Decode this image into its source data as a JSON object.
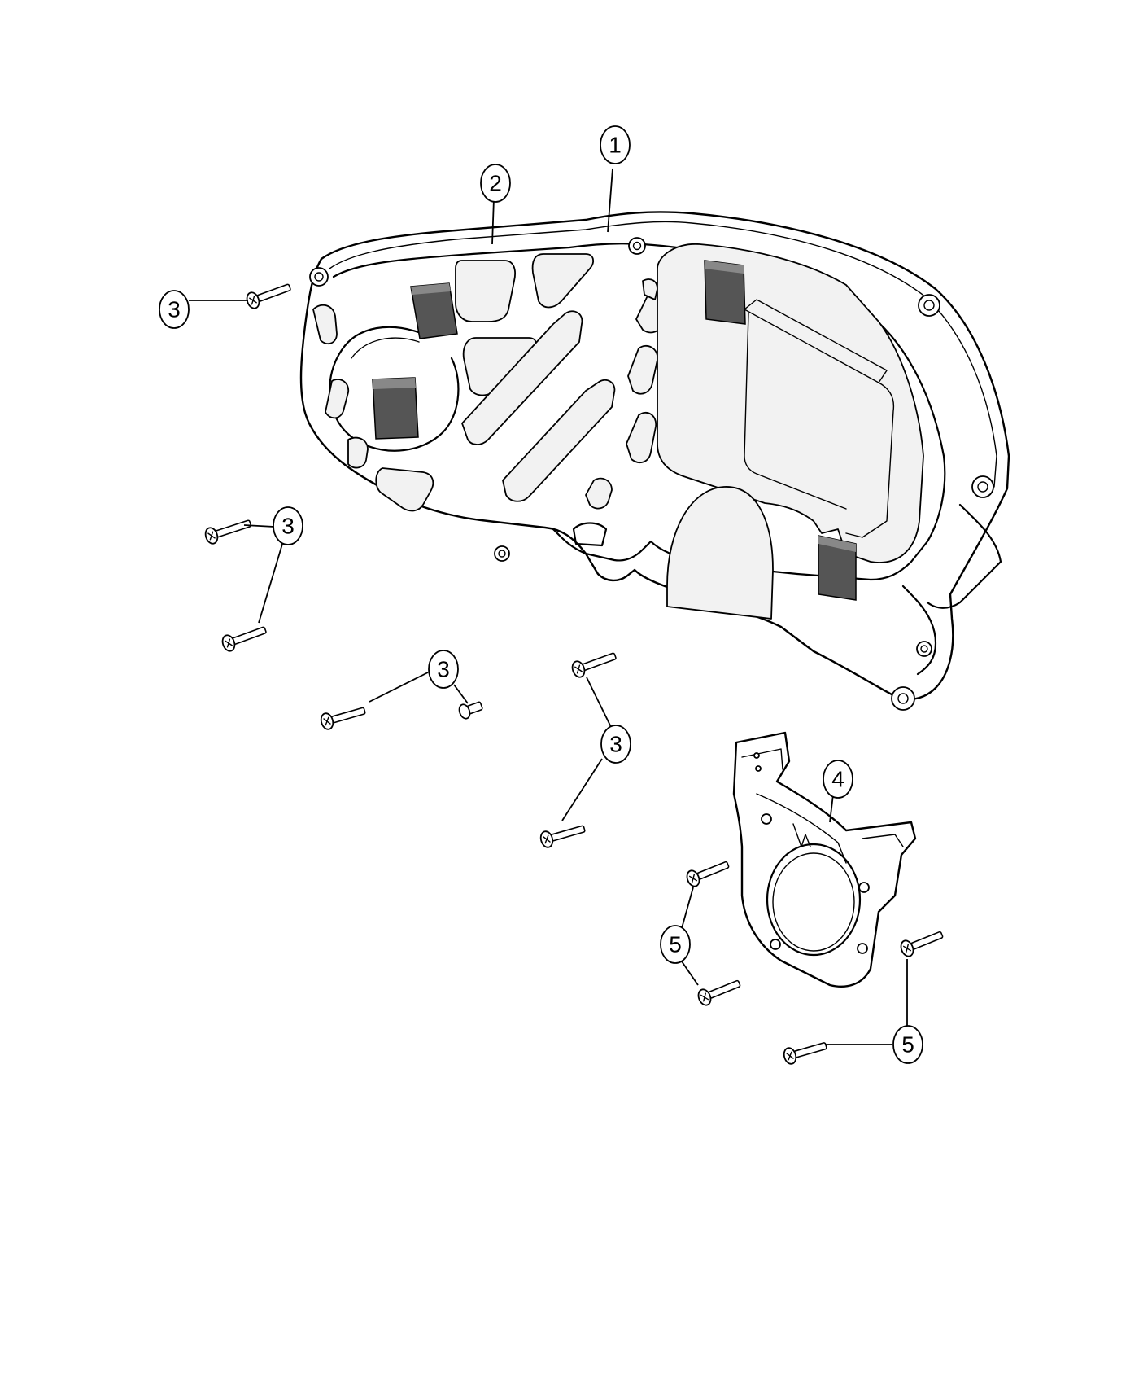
{
  "diagram": {
    "callouts": [
      {
        "id": "c1",
        "label": "1"
      },
      {
        "id": "c2",
        "label": "2"
      },
      {
        "id": "c3a",
        "label": "3"
      },
      {
        "id": "c3b",
        "label": "3"
      },
      {
        "id": "c3c",
        "label": "3"
      },
      {
        "id": "c3d",
        "label": "3"
      },
      {
        "id": "c4",
        "label": "4"
      },
      {
        "id": "c5a",
        "label": "5"
      },
      {
        "id": "c5b",
        "label": "5"
      }
    ]
  }
}
